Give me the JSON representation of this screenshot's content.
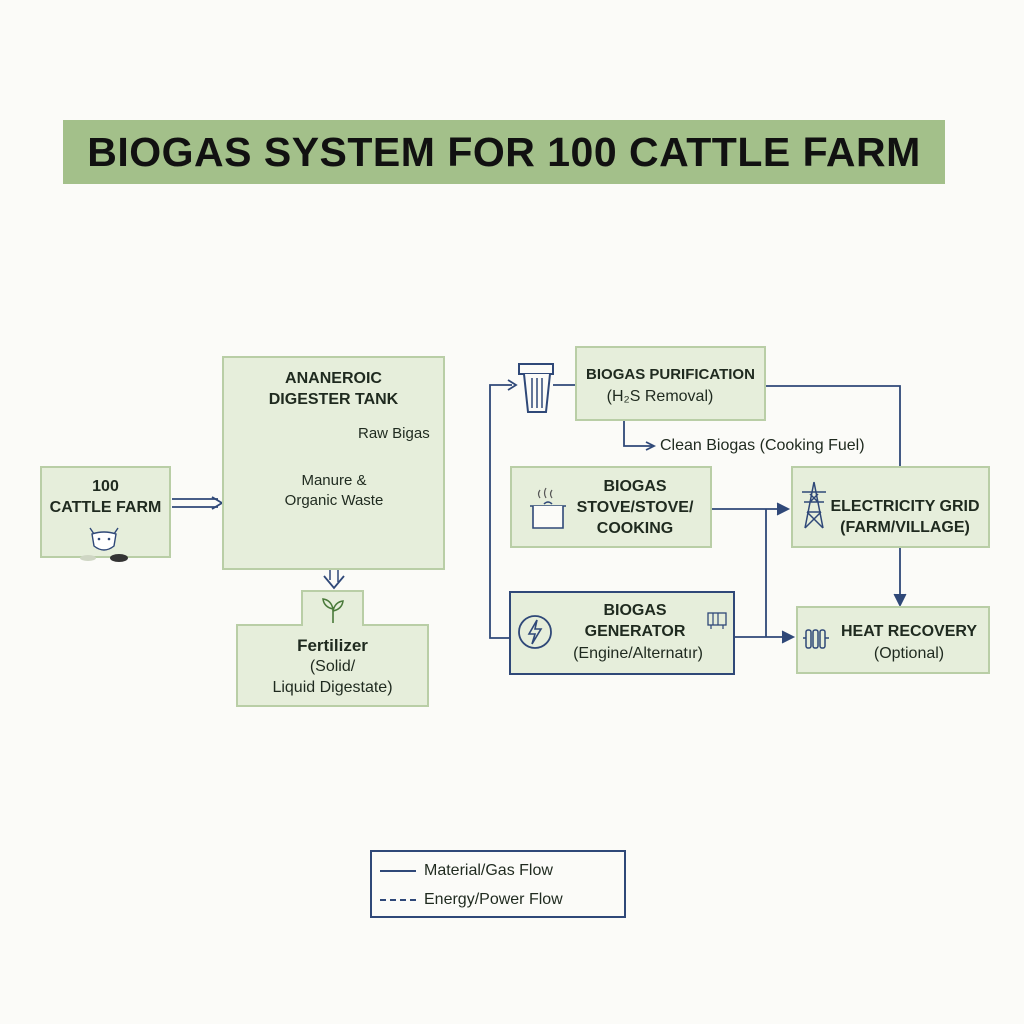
{
  "title": "BIOGAS SYSTEM FOR 100 CATTLE FARM",
  "nodes": {
    "cattle_farm": {
      "line1": "100",
      "line2": "CATTLE FARM"
    },
    "digester": {
      "line1": "ANANEROIC",
      "line2": "DIGESTER TANK",
      "inner1": "Manure &",
      "inner2": "Organic Waste",
      "output": "Raw Bigas"
    },
    "fertilizer": {
      "line1": "Fertilizer",
      "line2": "(Solid/",
      "line3": "Liquid Digestate)"
    },
    "purification": {
      "line1": "BIOGAS PURIFICATION",
      "line2": "(H₂S Removal)"
    },
    "clean_biogas": "Clean Biogas (Cooking Fuel)",
    "stove": {
      "line1": "BIOGAS",
      "line2": "STOVE/STOVE/",
      "line3": "COOKING"
    },
    "grid": {
      "line1": "ELECTRICITY GRID",
      "line2": "(FARM/VILLAGE)"
    },
    "generator": {
      "line1": "BIOGAS",
      "line2": "GENERATOR",
      "line3": "(Engine/Alternatır)"
    },
    "heat": {
      "line1": "HEAT RECOVERY",
      "line2": "(Optional)"
    }
  },
  "legend": {
    "material": "Material/Gas Flow",
    "energy": "Energy/Power Flow"
  },
  "colors": {
    "box_fill": "#e6eedb",
    "box_border": "#b9cea6",
    "line": "#2f4878",
    "title_fill": "#a3c08a"
  }
}
